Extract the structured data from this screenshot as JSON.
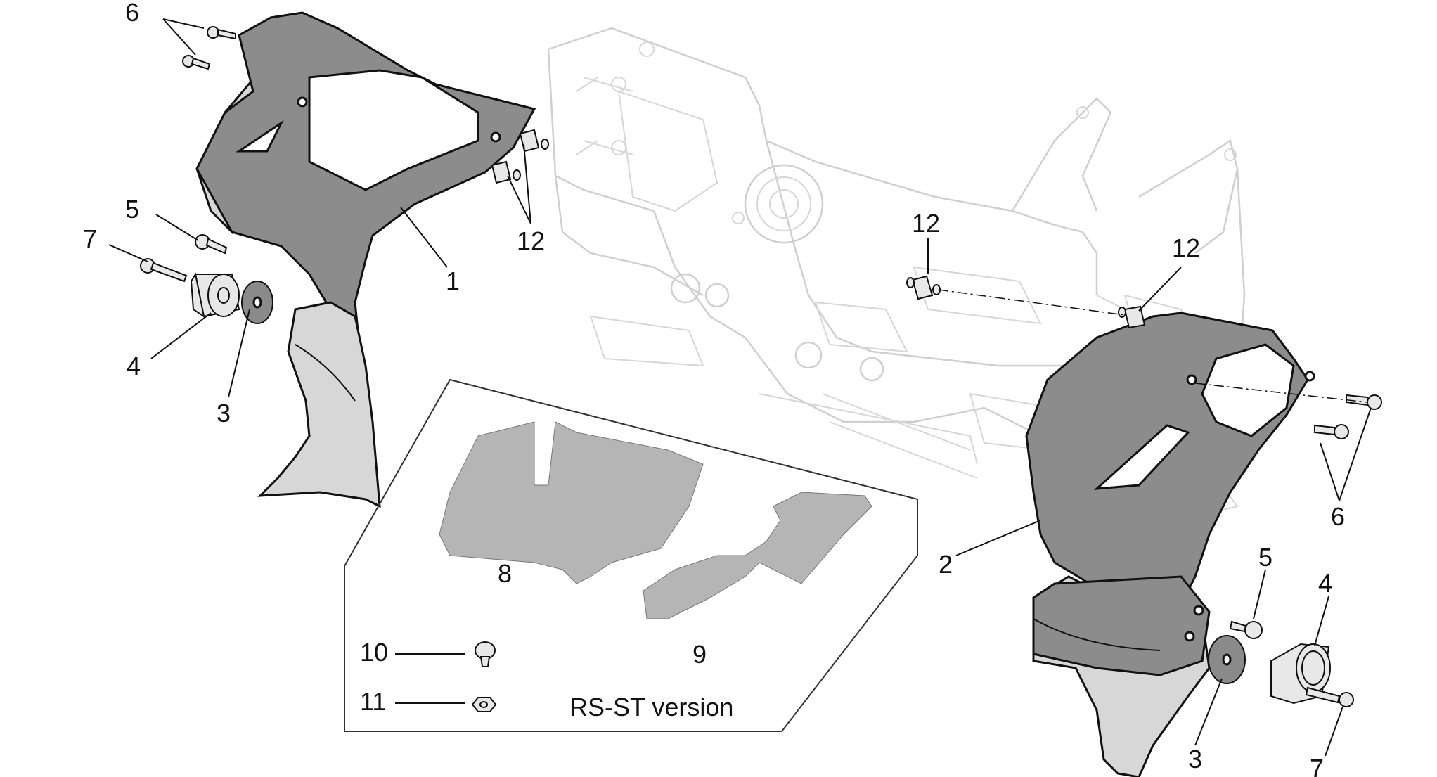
{
  "labels": {
    "l1": "1",
    "l2": "2",
    "l3a": "3",
    "l3b": "3",
    "l4a": "4",
    "l4b": "4",
    "l5a": "5",
    "l5b": "5",
    "l6a": "6",
    "l6b": "6",
    "l7a": "7",
    "l7b": "7",
    "l8": "8",
    "l9": "9",
    "l10": "10",
    "l11": "11",
    "l12a": "12",
    "l12b": "12",
    "l12c": "12"
  },
  "variant_box": {
    "caption": "RS-ST version"
  }
}
